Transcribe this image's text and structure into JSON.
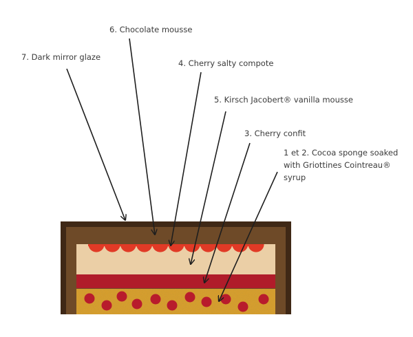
{
  "labels": [
    {
      "id": "glaze",
      "number": "7.",
      "text": "Dark mirror glaze"
    },
    {
      "id": "chocolate-mousse",
      "number": "6.",
      "text": "Chocolate mousse"
    },
    {
      "id": "compote",
      "number": "4.",
      "text": "Cherry salty compote"
    },
    {
      "id": "vanilla-mousse",
      "number": "5.",
      "text": "Kirsch Jacobert® vanilla mousse"
    },
    {
      "id": "confit",
      "number": "3.",
      "text": "Cherry confit"
    },
    {
      "id": "sponge",
      "number": "1 et 2.",
      "lines": [
        "Cocoa sponge soaked",
        "with Griottines Cointreau®",
        "syrup"
      ]
    }
  ],
  "label_text": {
    "glaze": "7. Dark mirror glaze",
    "chocolate_mousse": "6. Chocolate mousse",
    "compote": "4. Cherry salty compote",
    "vanilla_mousse": "5. Kirsch Jacobert® vanilla mousse",
    "confit": "3. Cherry confit",
    "sponge_line1": "1 et 2. Cocoa sponge soaked",
    "sponge_line2": "with Griottines Cointreau®",
    "sponge_line3": "syrup"
  },
  "layers": [
    {
      "name": "Dark mirror glaze",
      "color": "#3f2816"
    },
    {
      "name": "Chocolate mousse",
      "color": "#6e4a28"
    },
    {
      "name": "Cherry salty compote",
      "color": "#e13a26"
    },
    {
      "name": "Kirsch Jacobert vanilla mousse",
      "color": "#ebcfa6"
    },
    {
      "name": "Cherry confit",
      "color": "#b01c2a"
    },
    {
      "name": "Cocoa sponge",
      "color": "#d69e2e"
    }
  ],
  "colors": {
    "arrow": "#1e1e1e",
    "text": "#3a3a3a",
    "cherry": "#b81c2c"
  }
}
